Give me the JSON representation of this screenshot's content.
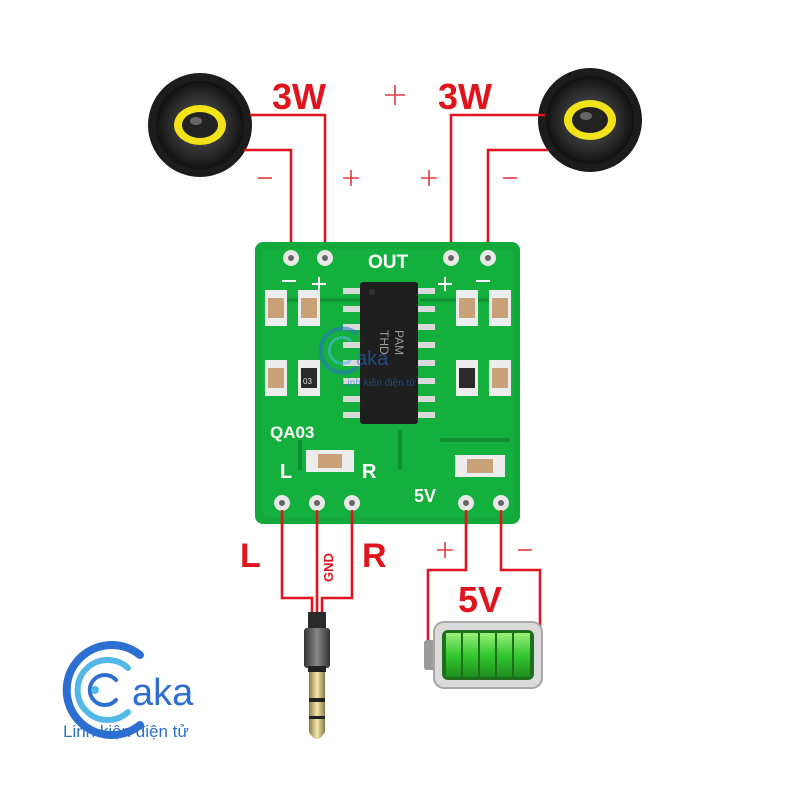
{
  "diagram": {
    "speaker_left_power": "3W",
    "speaker_right_power": "3W",
    "out_label": "OUT",
    "board_model": "QA03",
    "chip_text_line1": "PAM",
    "chip_text_line2": "THD",
    "input_left": "L",
    "input_gnd": "GND",
    "input_right": "R",
    "board_left_mark": "L",
    "board_right_mark": "R",
    "board_power_mark": "5V",
    "power_supply": "5V",
    "capacitor_mark": "03",
    "watermark_logo_text": "aka",
    "watermark_subtitle": "Linh kiện điện tử"
  },
  "colors": {
    "wire": "#e0141c",
    "pcb": "#13a83a",
    "battery": "#3ccf3c",
    "logo": "#2c6fd1"
  }
}
